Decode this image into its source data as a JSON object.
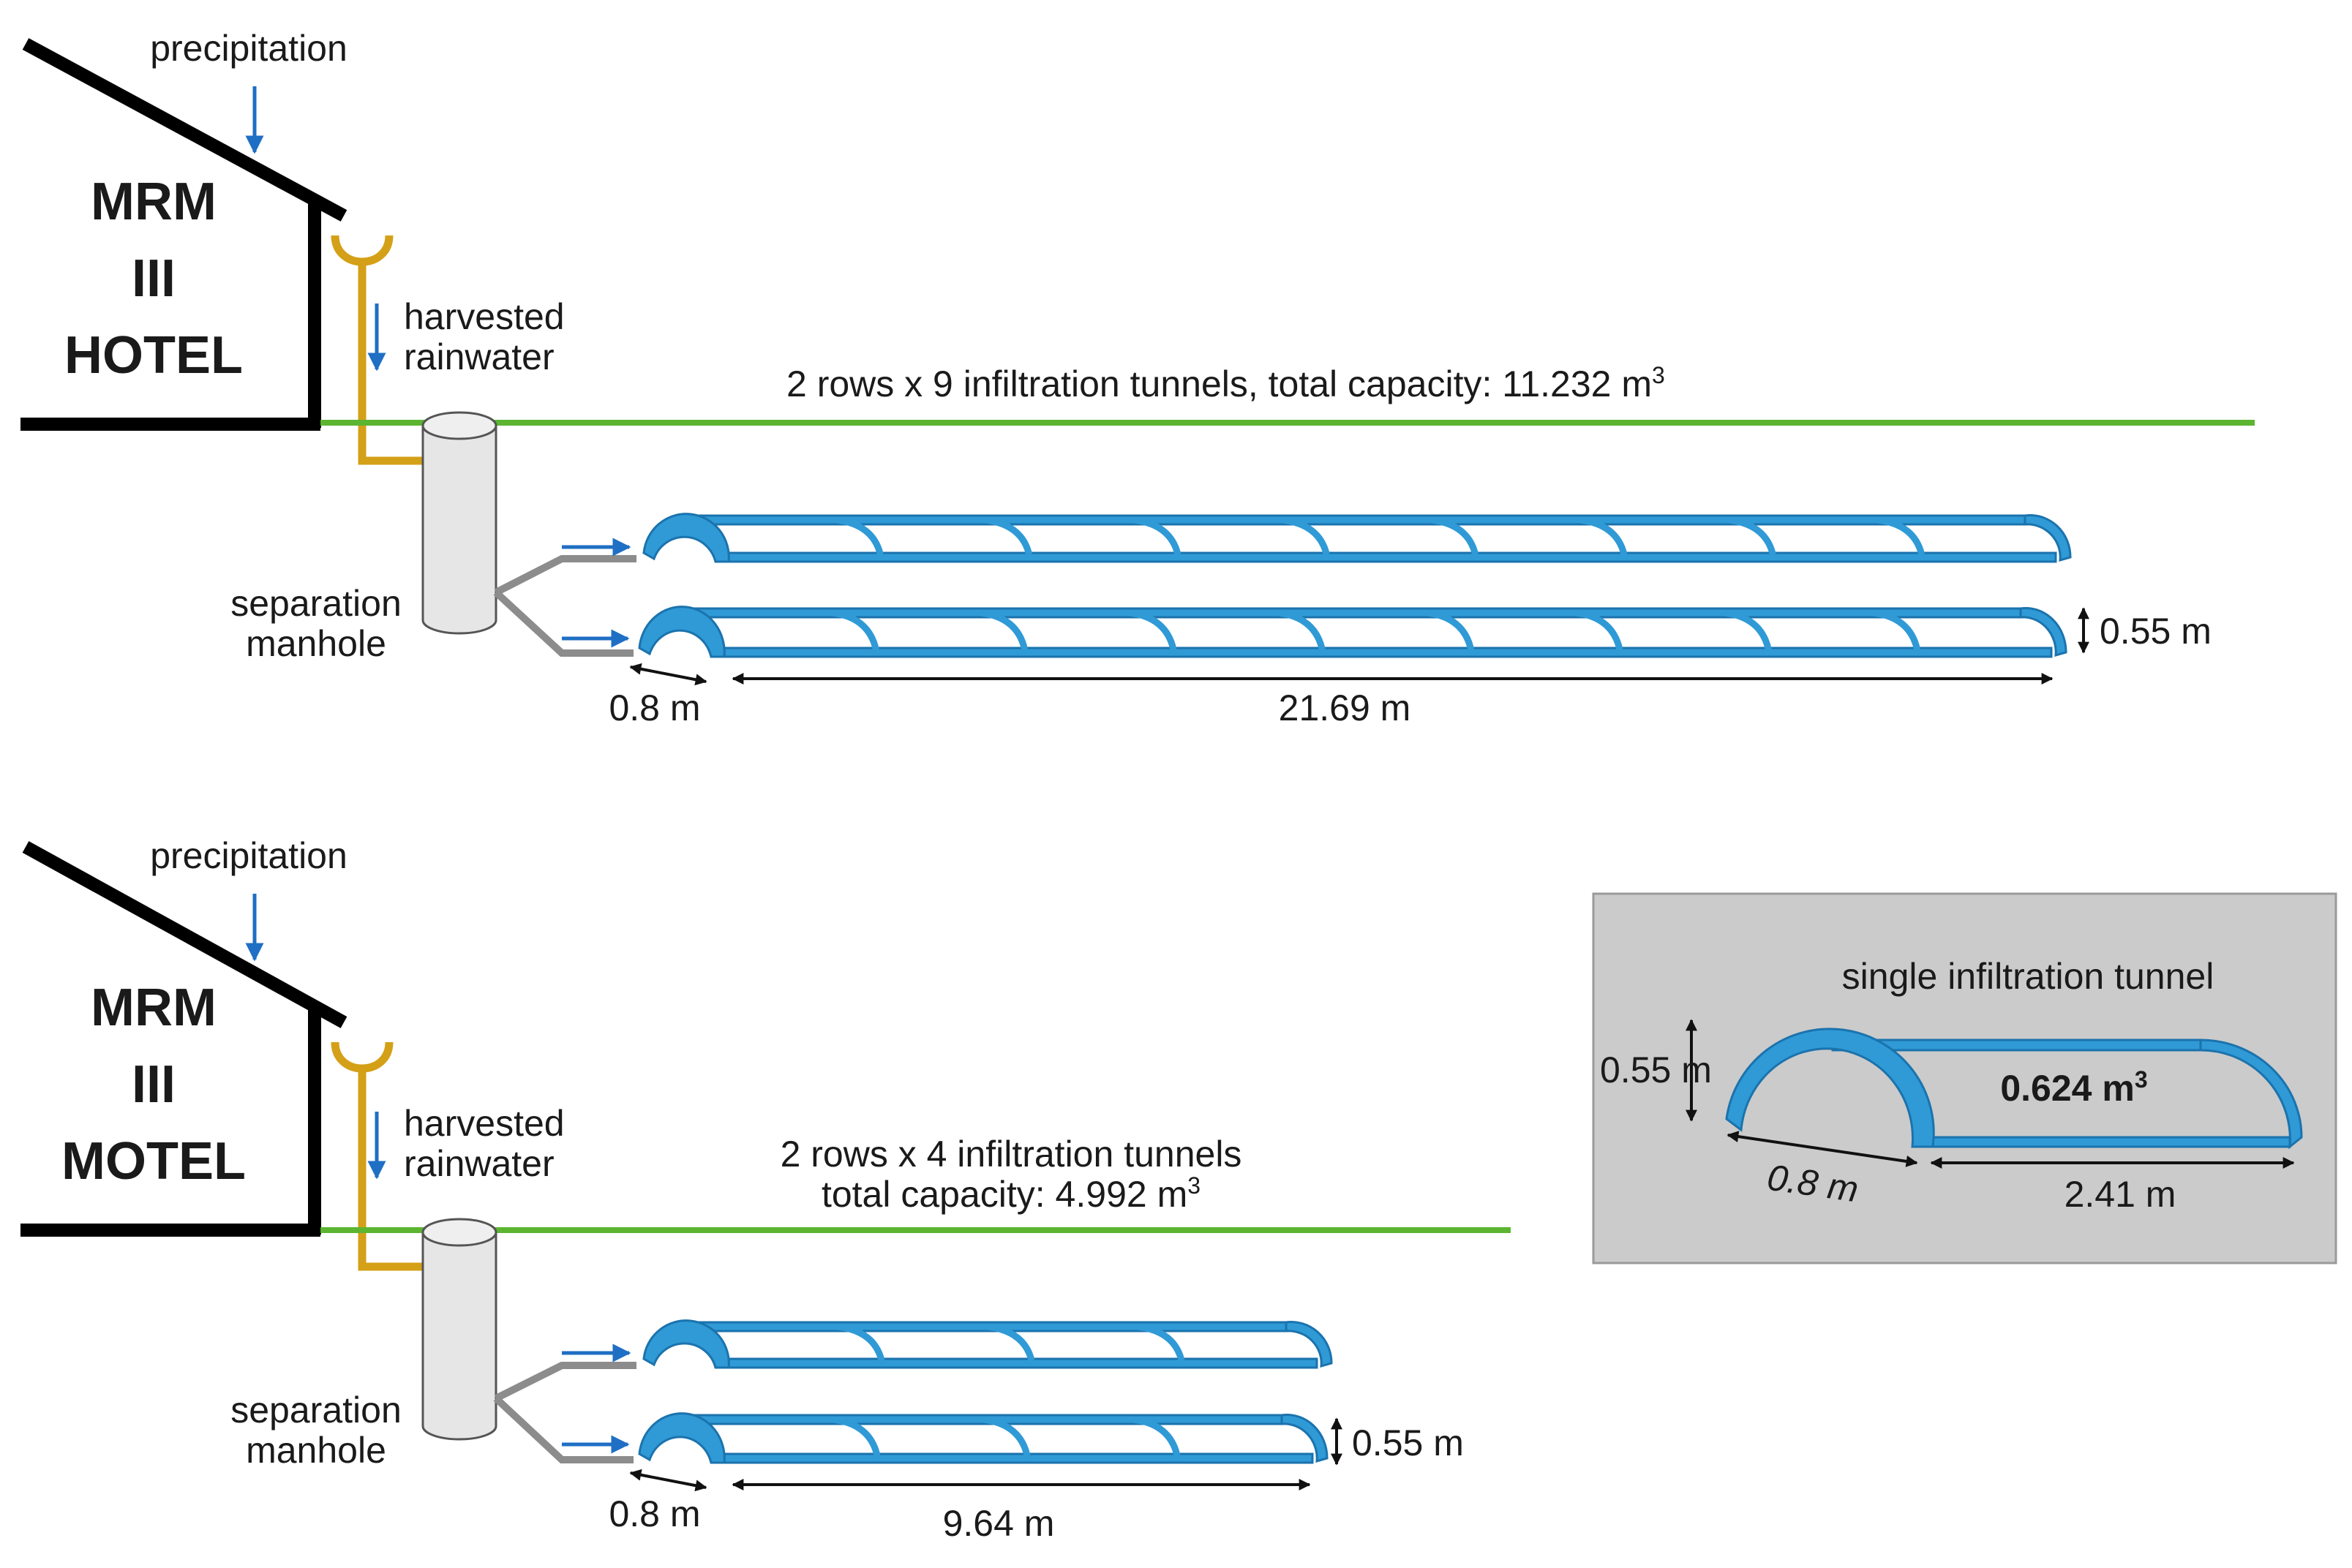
{
  "colors": {
    "building": "#000000",
    "ground": "#5cb531",
    "gutter": "#d4a017",
    "tunnel": "#2f9ad6",
    "tunnel_edge": "#1b73ad",
    "pipe": "#8c8c8c",
    "arrow": "#1f6fc4",
    "manhole_fill": "#e6e6e6",
    "manhole_stroke": "#555555",
    "inset_fill": "#cbcbcb",
    "inset_stroke": "#9a9a9a"
  },
  "hotel": {
    "name_lines": [
      "MRM",
      "III",
      "HOTEL"
    ],
    "precipitation_label": "precipitation",
    "harvested_label_lines": [
      "harvested",
      "rainwater"
    ],
    "capacity_text": "2 rows x 9 infiltration tunnels, total capacity: 11.232 m",
    "capacity_superscript": "3",
    "manhole_label_lines": [
      "separation",
      "manhole"
    ],
    "tunnels_per_row": 9,
    "rows": 2,
    "dim_width": "0.8 m",
    "dim_length": "21.69 m",
    "dim_height": "0.55 m"
  },
  "motel": {
    "name_lines": [
      "MRM",
      "III",
      "MOTEL"
    ],
    "precipitation_label": "precipitation",
    "harvested_label_lines": [
      "harvested",
      "rainwater"
    ],
    "capacity_line1": "2 rows x 4 infiltration tunnels",
    "capacity_text": "total capacity: 4.992 m",
    "capacity_superscript": "3",
    "manhole_label_lines": [
      "separation",
      "manhole"
    ],
    "tunnels_per_row": 4,
    "rows": 2,
    "dim_width": "0.8 m",
    "dim_length": "9.64 m",
    "dim_height": "0.55 m"
  },
  "inset": {
    "title": "single infiltration tunnel",
    "volume_text": "0.624 m",
    "volume_superscript": "3",
    "dim_height": "0.55 m",
    "dim_width": "0.8 m",
    "dim_length": "2.41 m"
  }
}
